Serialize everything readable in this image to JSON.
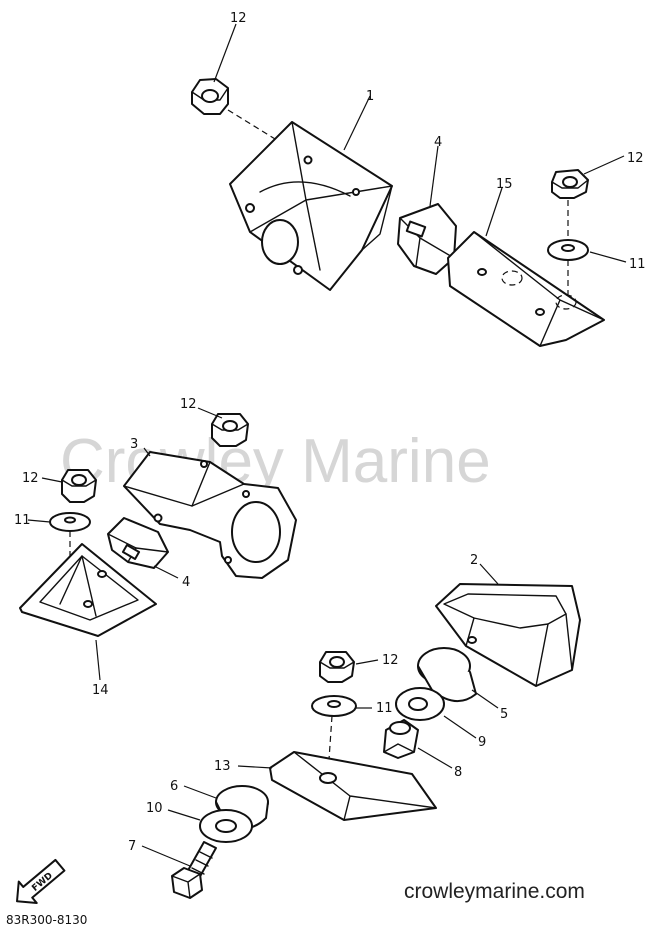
{
  "watermark": "Crowley Marine",
  "website": "crowleymarine.com",
  "diagram_code": "83R300-8130",
  "fwd_label": "FWD",
  "callouts": {
    "c12a": "12",
    "c1": "1",
    "c4a": "4",
    "c15": "15",
    "c12b": "12",
    "c11a": "11",
    "c12c": "12",
    "c3": "3",
    "c12d": "12",
    "c11b": "11",
    "c4b": "4",
    "c14": "14",
    "c2": "2",
    "c12e": "12",
    "c5": "5",
    "c11c": "11",
    "c9": "9",
    "c8": "8",
    "c13": "13",
    "c6": "6",
    "c10": "10",
    "c7": "7"
  }
}
